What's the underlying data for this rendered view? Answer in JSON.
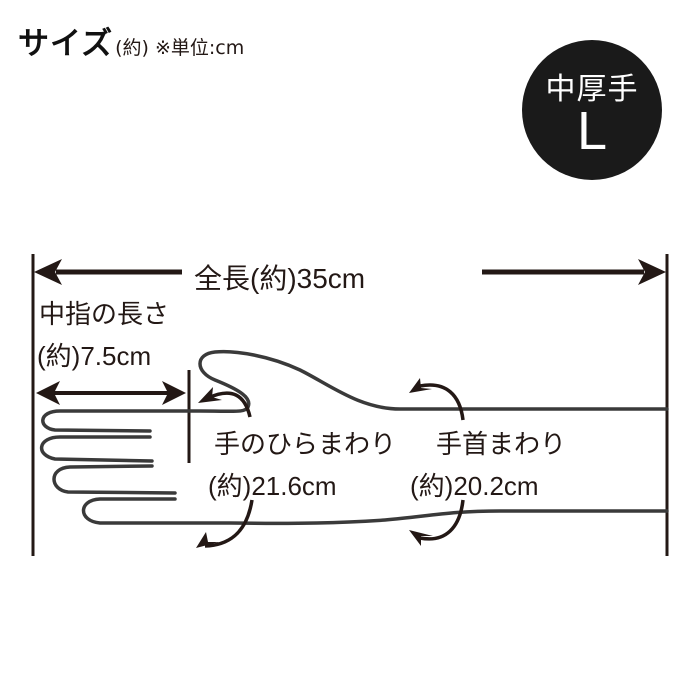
{
  "header": {
    "title": "サイズ",
    "subtitle": "(約) ※単位:cm"
  },
  "badge": {
    "thickness": "中厚手",
    "size": "L",
    "background": "#1a1a1a",
    "text_color": "#ffffff"
  },
  "measurements": {
    "total_length": {
      "label": "全長(約)35cm",
      "value": 35,
      "unit": "cm"
    },
    "middle_finger": {
      "label_line1": "中指の長さ",
      "label_line2": "(約)7.5cm",
      "value": 7.5,
      "unit": "cm"
    },
    "palm_circumference": {
      "label_line1": "手のひらまわり",
      "label_line2": "(約)21.6cm",
      "value": 21.6,
      "unit": "cm"
    },
    "wrist_circumference": {
      "label_line1": "手首まわり",
      "label_line2": "(約)20.2cm",
      "value": 20.2,
      "unit": "cm"
    }
  },
  "colors": {
    "line": "#231815",
    "glove_outline": "#3a3a3a"
  }
}
